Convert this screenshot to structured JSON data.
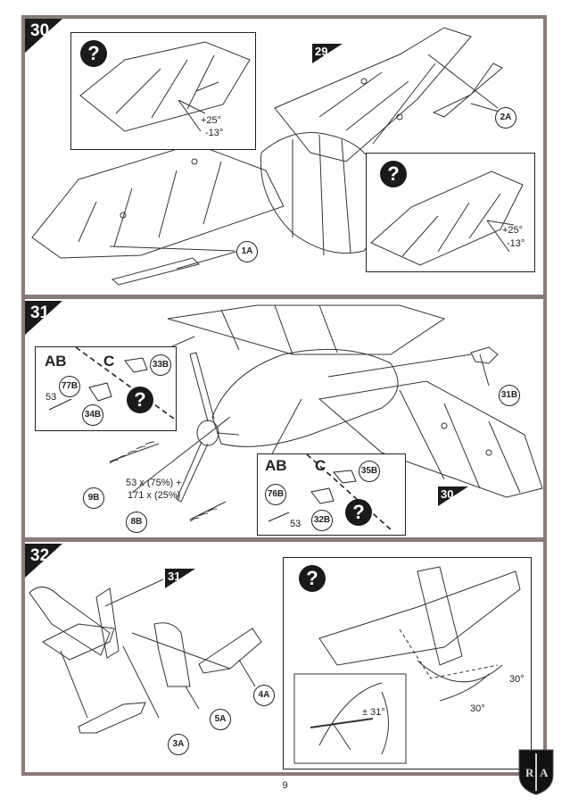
{
  "steps": [
    {
      "number": "30",
      "ref_step": "29",
      "parts": [
        "2A",
        "1A"
      ],
      "detail_boxes": [
        {
          "icon": "?",
          "angle_up": "+25°",
          "angle_down": "-13°"
        },
        {
          "icon": "?",
          "angle_up": "+25°",
          "angle_down": "-13°"
        }
      ]
    },
    {
      "number": "31",
      "ref_step": "30",
      "parts": [
        "31B",
        "9B",
        "8B"
      ],
      "quantity_note": [
        "53 x (75%) +",
        "171 x (25%)"
      ],
      "variant_box_left": {
        "ab": "AB",
        "c": "C",
        "parts": [
          "77B",
          "53",
          "34B",
          "33B"
        ],
        "icon": "?"
      },
      "variant_box_right": {
        "ab": "AB",
        "c": "C",
        "parts": [
          "76B",
          "53",
          "32B",
          "35B"
        ],
        "icon": "?"
      }
    },
    {
      "number": "32",
      "ref_step": "31",
      "parts": [
        "4A",
        "5A",
        "3A"
      ],
      "detail_box": {
        "icon": "?",
        "angle_a": "30°",
        "angle_b": "30°",
        "angle_c": "± 31°"
      }
    }
  ],
  "page_number": "9",
  "logo_text": "R A"
}
